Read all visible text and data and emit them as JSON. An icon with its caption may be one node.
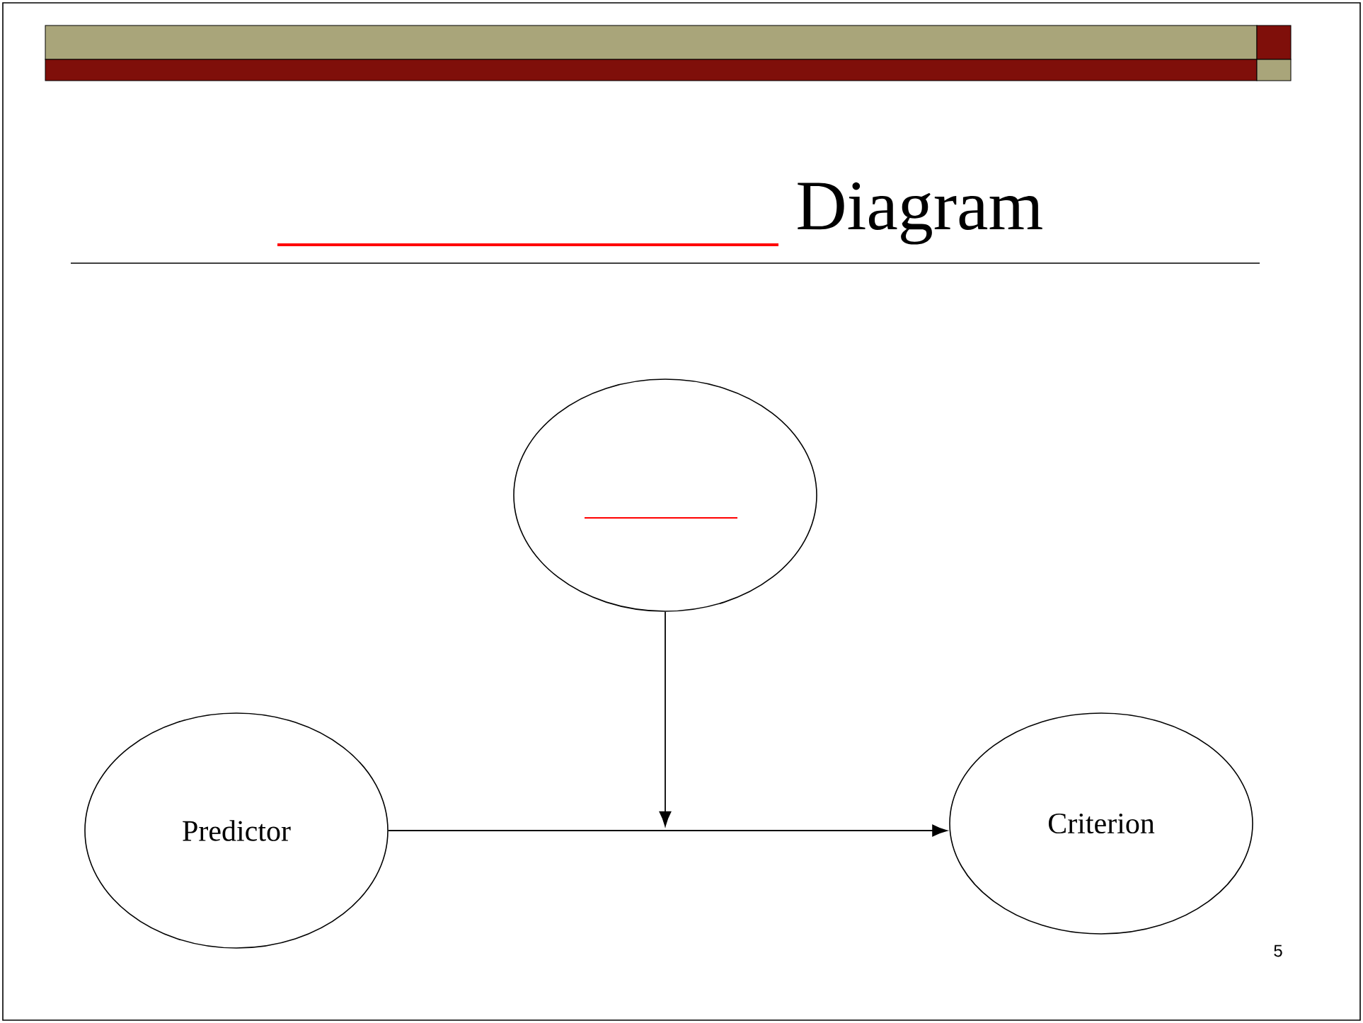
{
  "diagram": {
    "title": "Diagram",
    "nodes": [
      {
        "text": [],
        "shape": "circle"
      },
      {
        "text": [
          "Predictor"
        ]
      },
      {
        "text": [
          "Criterion"
        ]
      }
    ],
    "edges": [
      {
        "from": 1,
        "to": 2,
        "arrow": "to"
      },
      {
        "from": 0,
        "to": null,
        "arrow": "to"
      }
    ],
    "labels": [
      "5"
    ]
  }
}
